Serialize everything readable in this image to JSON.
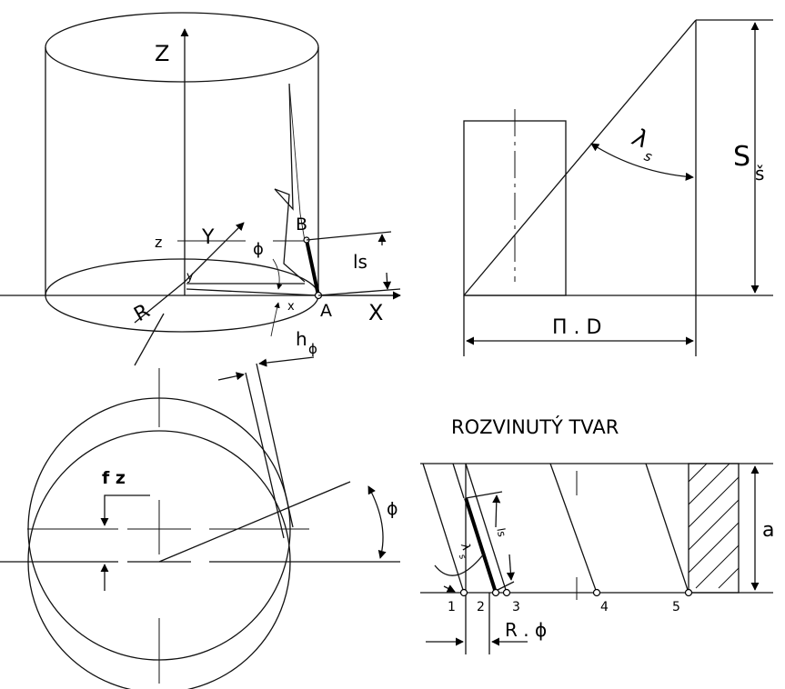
{
  "labels": {
    "z_axis": "Z",
    "x_axis": "X",
    "y_axis": "Y",
    "r": "R",
    "z_small": "z",
    "y_small": "y",
    "x_small": "x",
    "b_point": "B",
    "a_point": "A",
    "phi_top": "ϕ",
    "ls_top": "ls",
    "h_phi": "h",
    "h_phi_sub": "ϕ",
    "lambda_s": "λ",
    "lambda_s_sub": "s",
    "s_sh": "S",
    "s_sh_sub": "š",
    "pi_d": "Π . D",
    "developed_title": "ROZVINUTÝ TVAR",
    "fz": "f z",
    "phi_circle": "ϕ",
    "a": "a",
    "ls_dev": "ls",
    "lambda_dev": "λ",
    "lambda_dev_sub": "s",
    "r_phi": "R . ϕ",
    "n1": "1",
    "n2": "2",
    "n3": "3",
    "n4": "4",
    "n5": "5"
  }
}
